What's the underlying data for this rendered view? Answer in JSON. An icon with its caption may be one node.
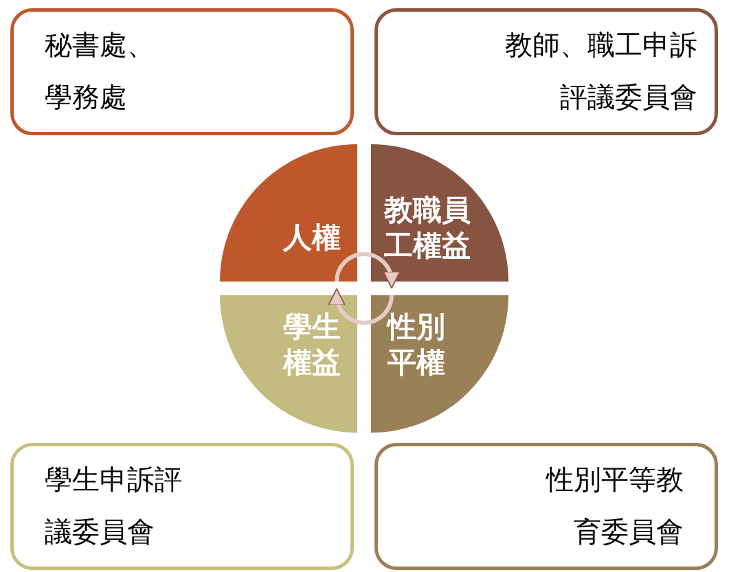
{
  "diagram": {
    "nodes": [
      {
        "text": [
          "秘書處、學務處"
        ]
      },
      {
        "text": [
          "人權"
        ]
      },
      {
        "text": [
          "教職員工權益"
        ]
      },
      {
        "text": [
          "教師、職工申訴評議委員會"
        ]
      },
      {
        "text": [
          "學生申訴評議委員會"
        ]
      },
      {
        "text": [
          "學生權益"
        ]
      },
      {
        "text": [
          "性別平權"
        ]
      },
      {
        "text": [
          "性別平等教育委員會"
        ]
      }
    ],
    "edges": [
      {
        "from": 1,
        "to": 2,
        "arrow": "to"
      },
      {
        "from": 6,
        "to": 5,
        "arrow": "to"
      }
    ]
  }
}
